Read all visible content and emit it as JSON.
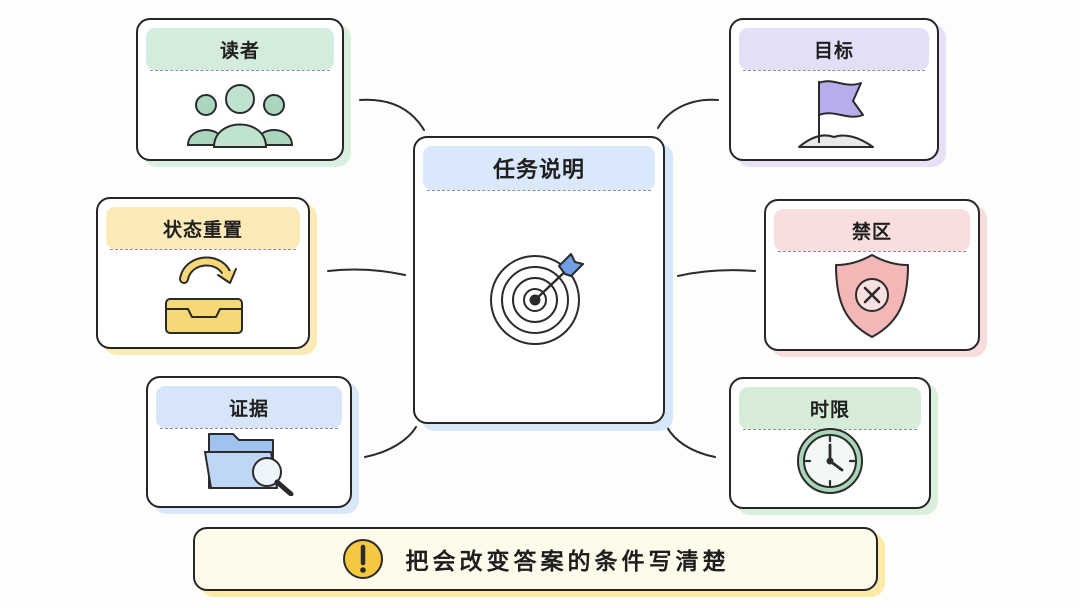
{
  "center": {
    "title": "任务说明",
    "icon": "target-icon"
  },
  "cards": {
    "reader": {
      "title": "读者",
      "icon": "people-icon",
      "accent": "#d4ecdc"
    },
    "goal": {
      "title": "目标",
      "icon": "flag-icon",
      "accent": "#e5def7"
    },
    "reset": {
      "title": "状态重置",
      "icon": "reset-tray-icon",
      "accent": "#fcebb8"
    },
    "forbidden": {
      "title": "禁区",
      "icon": "shield-x-icon",
      "accent": "#f8dede"
    },
    "evidence": {
      "title": "证据",
      "icon": "folder-search-icon",
      "accent": "#d6e5f8"
    },
    "deadline": {
      "title": "时限",
      "icon": "clock-icon",
      "accent": "#d6ecd8"
    }
  },
  "banner": {
    "text": "把会改变答案的条件写清楚",
    "icon": "warning-icon"
  },
  "colors": {
    "center_accent": "#d9e8fb",
    "banner_bg": "#fffbea"
  }
}
